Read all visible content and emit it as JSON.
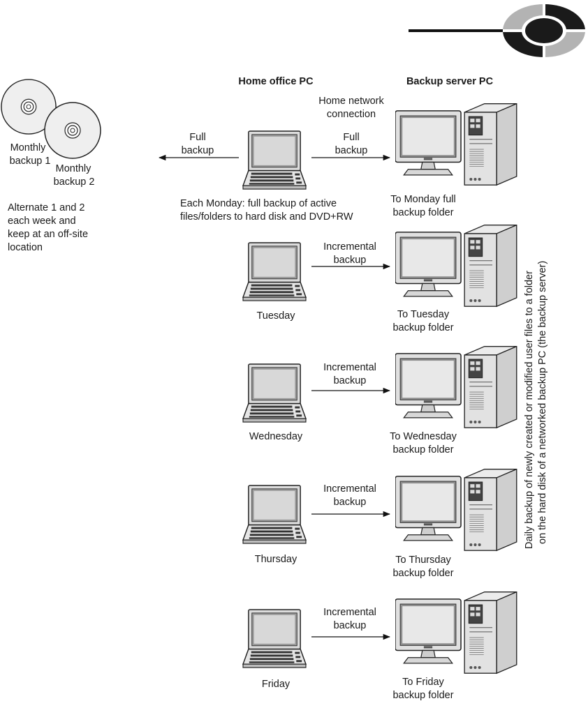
{
  "headers": {
    "home_office_pc": "Home office PC",
    "backup_server_pc": "Backup server PC"
  },
  "network": {
    "line1": "Home network",
    "line2": "connection"
  },
  "discs": {
    "disc1_line1": "Monthly",
    "disc1_line2": "backup 1",
    "disc2_line1": "Monthly",
    "disc2_line2": "backup 2",
    "note": [
      "Alternate 1 and 2",
      "each week and",
      "keep at an off-site",
      "location"
    ]
  },
  "monday": {
    "full_left_line1": "Full",
    "full_left_line2": "backup",
    "full_right_line1": "Full",
    "full_right_line2": "backup",
    "caption_line1": "Each Monday: full backup of active",
    "caption_line2": "files/folders to hard disk and DVD+RW",
    "dest_line1": "To Monday full",
    "dest_line2": "backup folder"
  },
  "days": [
    {
      "day": "Tuesday",
      "arrow_line1": "Incremental",
      "arrow_line2": "backup",
      "dest_line1": "To Tuesday",
      "dest_line2": "backup folder"
    },
    {
      "day": "Wednesday",
      "arrow_line1": "Incremental",
      "arrow_line2": "backup",
      "dest_line1": "To Wednesday",
      "dest_line2": "backup folder"
    },
    {
      "day": "Thursday",
      "arrow_line1": "Incremental",
      "arrow_line2": "backup",
      "dest_line1": "To Thursday",
      "dest_line2": "backup folder"
    },
    {
      "day": "Friday",
      "arrow_line1": "Incremental",
      "arrow_line2": "backup",
      "dest_line1": "To Friday",
      "dest_line2": "backup folder"
    }
  ],
  "side_note": {
    "line1": "Daily backup of newly created or modified user files to a folder",
    "line2": "on the hard disk of a networked backup PC (the backup server)"
  }
}
